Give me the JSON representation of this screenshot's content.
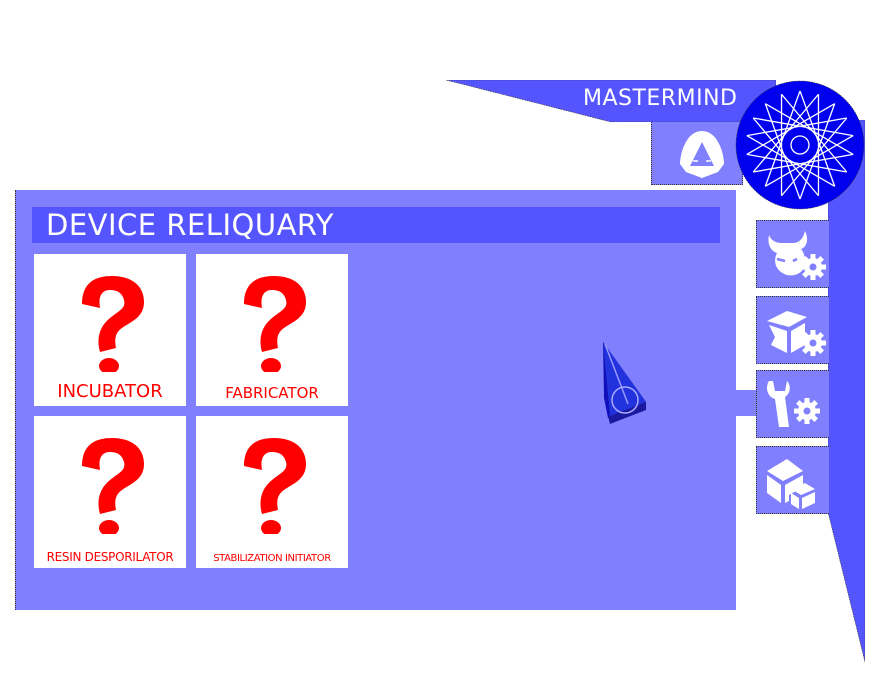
{
  "header": {
    "title": "MASTERMIND",
    "avatar_icon": "hooded-figure-icon",
    "emblem_icon": "spirograph-star-icon"
  },
  "panel": {
    "title": "DEVICE RELIQUARY",
    "devices": [
      {
        "label": "INCUBATOR",
        "icon": "question-mark-icon"
      },
      {
        "label": "FABRICATOR",
        "icon": "question-mark-icon"
      },
      {
        "label": "RESIN DESPORILATOR",
        "icon": "question-mark-icon"
      },
      {
        "label": "STABILIZATION INITIATOR",
        "icon": "question-mark-icon"
      }
    ]
  },
  "side_tabs": [
    {
      "name": "creature-settings",
      "icon": "horned-head-gear-icon"
    },
    {
      "name": "device-settings",
      "icon": "open-box-gear-icon"
    },
    {
      "name": "tool-settings",
      "icon": "wrench-gear-icon"
    },
    {
      "name": "items",
      "icon": "cubes-icon"
    }
  ],
  "cursor": {
    "icon": "pyramid-cursor-icon"
  },
  "colors": {
    "panel": "#8080ff",
    "title_bar": "#5555ff",
    "emblem": "#0000ee",
    "text_light": "#ffffff",
    "device_label": "#ff0000"
  }
}
